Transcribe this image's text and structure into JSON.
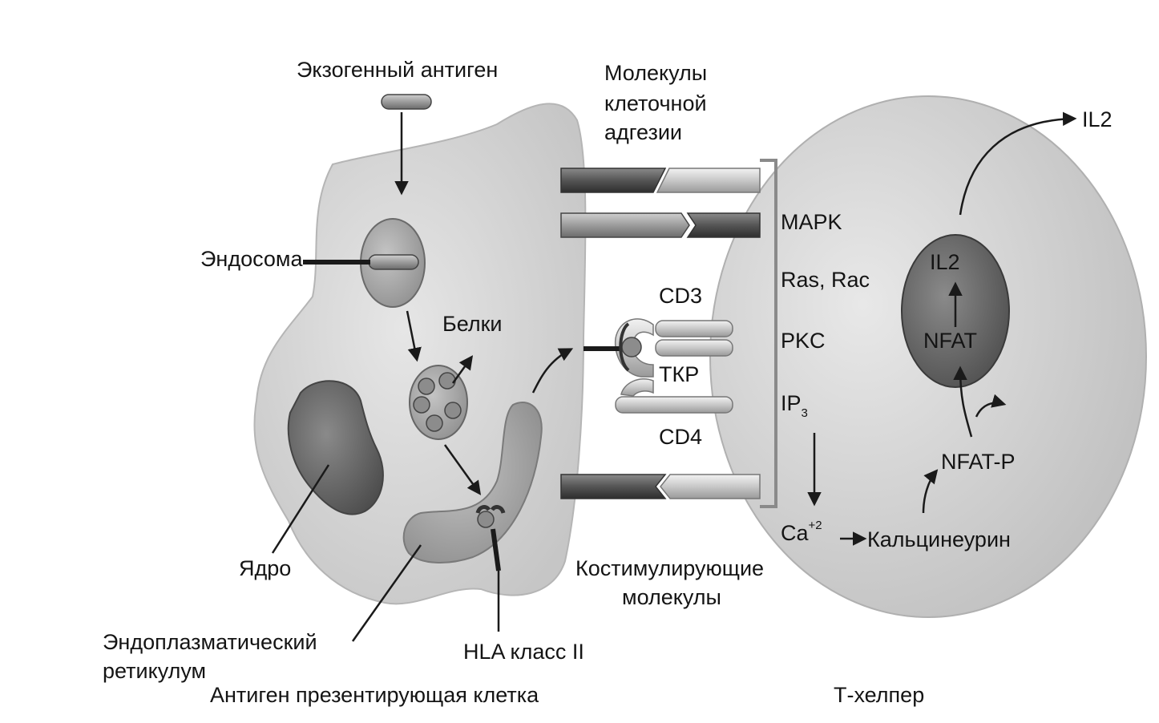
{
  "diagram": {
    "labels": {
      "exogenous_antigen": "Экзогенный антиген",
      "endosome": "Эндосома",
      "proteins": "Белки",
      "nucleus": "Ядро",
      "er_line1": "Эндоплазматический",
      "er_line2": "ретикулум",
      "hla": "HLA класс II",
      "apc": "Антиген презентирующая клетка",
      "adhesion_line1": "Молекулы",
      "adhesion_line2": "клеточной",
      "adhesion_line3": "адгезии",
      "costim_line1": "Костимулирующие",
      "costim_line2": "молекулы",
      "cd3": "CD3",
      "tcr": "ТКР",
      "cd4": "CD4",
      "mapk": "MAPK",
      "ras_rac": "Ras, Rac",
      "pkc": "PKC",
      "ip3_base": "IP",
      "ip3_sub": "3",
      "ca_base": "Ca",
      "ca_sup": "+2",
      "calcineurin": "Кальцинеурин",
      "nfat_p": "NFAT-P",
      "nfat": "NFAT",
      "il2_nucleus": "IL2",
      "il2_out": "IL2",
      "t_helper": "Т-хелпер"
    }
  }
}
